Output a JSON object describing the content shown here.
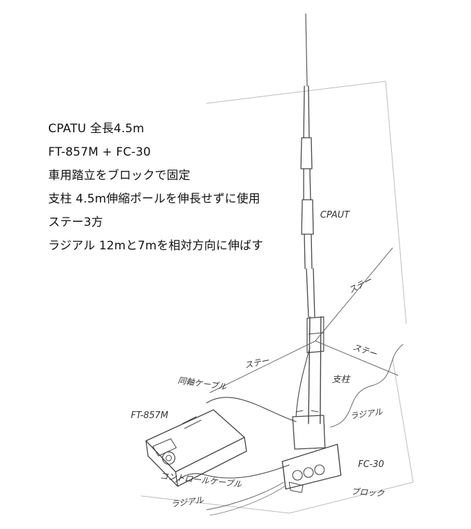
{
  "notes": [
    "CPATU 全長4.5m",
    "FT-857M + FC-30",
    "車用踏立をブロックで固定",
    "支柱 4.5m伸縮ポールを伸長せずに使用",
    "ステー3方",
    "ラジアル 12mと7mを相対方向に伸ばす"
  ],
  "labels": {
    "antenna": "CPAUT",
    "stay_right_upper": "ステー",
    "stay_right_lower": "ステー",
    "stay_left": "ステー",
    "pole": "支柱",
    "radial_right": "ラジアル",
    "coax": "同軸ケーブル",
    "radio": "FT-857M",
    "tuner": "FC-30",
    "control_cable": "コントロールケーブル",
    "radial_left": "ラジアル",
    "block": "ブロック"
  }
}
